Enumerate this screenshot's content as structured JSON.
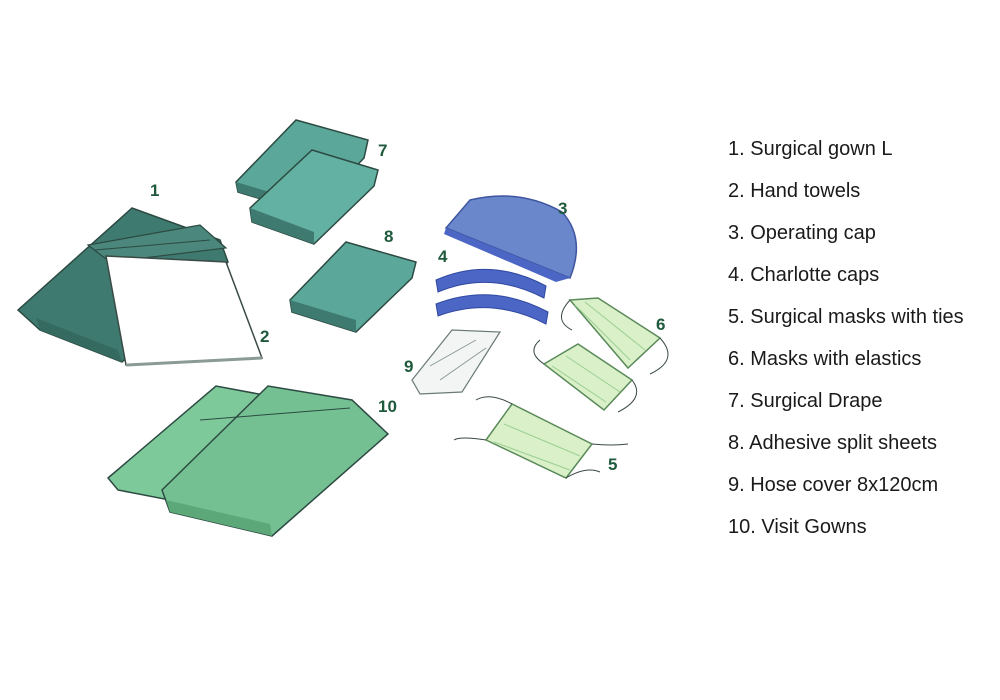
{
  "colors": {
    "dark_teal": "#3f7a70",
    "teal": "#5ba89a",
    "light_green": "#7ec99a",
    "cap_blue": "#6a87cc",
    "elastic_blue": "#4b66c4",
    "mask_green": "#d9f0c8",
    "outline": "#3a4a44",
    "label": "#1f5a3c"
  },
  "callouts": {
    "c1": "1",
    "c2": "2",
    "c3": "3",
    "c4": "4",
    "c5": "5",
    "c6": "6",
    "c7": "7",
    "c8": "8",
    "c9": "9",
    "c10": "10"
  },
  "legend": [
    "1. Surgical gown L",
    "2. Hand towels",
    "3. Operating cap",
    "4. Charlotte caps",
    "5. Surgical masks with ties",
    "6. Masks with elastics",
    "7. Surgical Drape",
    "8. Adhesive split sheets",
    "9. Hose cover 8x120cm",
    "10. Visit Gowns"
  ]
}
